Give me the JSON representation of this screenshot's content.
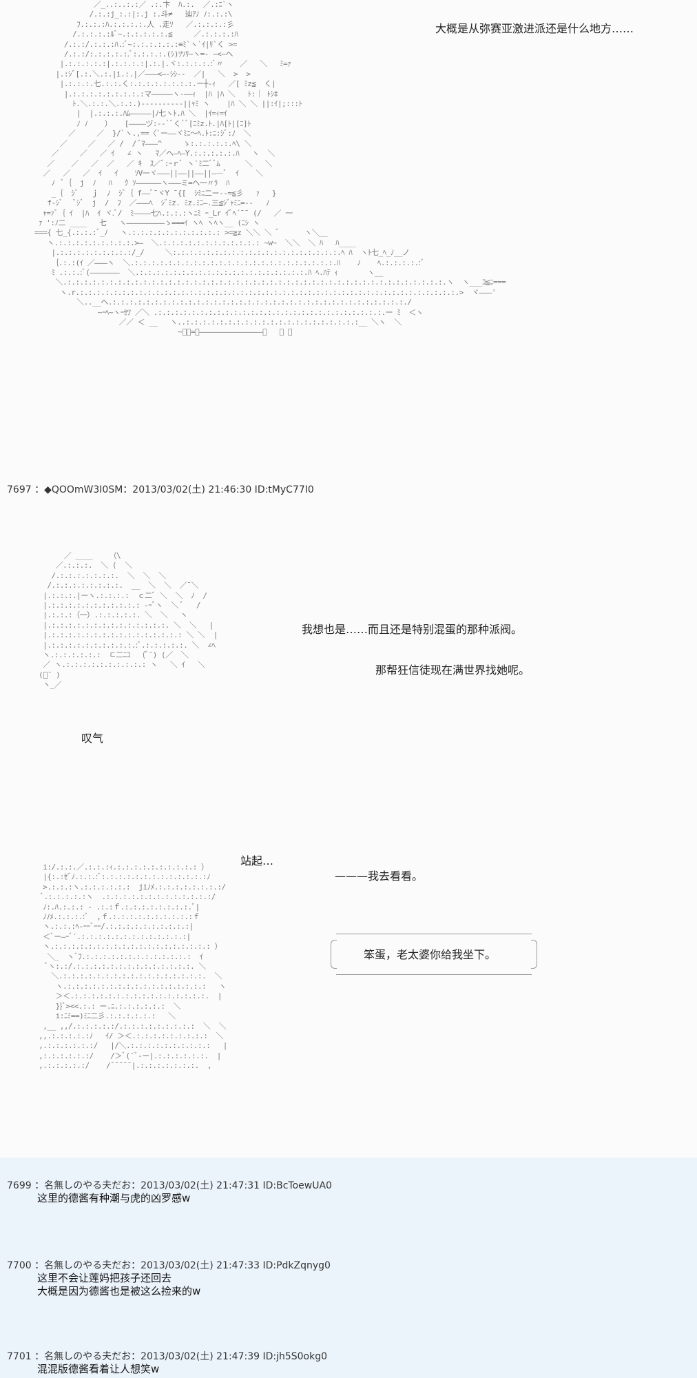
{
  "panel1": {
    "caption": "大概是从弥赛亚激进派还是什么地方……",
    "art": "              ／_..:..:.:／ .:.卞  ﾊ.:.  ／.:ﾆ`ヽ\n             /.:.:j_:.:|:.j :.斗≠   辿ｱﾉ ﾉ:.:.:\\\n          ﾌ.:.:.:ﾊ.:.:.:.:.人 .走ｿ   ／.:.:.:.:彡\n         /.:.:.:.:ﾙﾞ~.:.:.:.:.:.≦     ／.:.:.:.:ﾊ\n       /.:.:/.:.:.:ﾊ.:ﾞ~:.:.:.:.:.:≡ﾐ`ヽ`ｲ|ﾘ`く >=\n       /.:.:/:.:.:.:.:.ﾞ:.:.:.:.(ｼ)ﾂｿﾘ~ヽ=- ~<~ヘ\n      |.:.:.:.:.:|.:.:.:.:|.:.|.ヾ:.:.:.:.:ﾞ〃    ／   ＼   ﾐ=ｧ\n     |.:ｼﾞ[.:.＼.:.|i.:.|／―――<―-ｼｼ--  ／|   ＼  >  >\n      |.:.:.:.七.:.:.く:.:.:.:.:.:.:.:.ー┼-ｨ   ／[ ﾐz≦  く|\n       |.:.:.:.:.:.:.:.:.:マ―――――ヽ-――ｨ  |ﾊ |ﾊ ＼   ﾄ:｜ ﾄｼ‡\n         ﾄ.＼.:.:.＼.:.:.)----------||ｬﾐ ヽ    |ﾊ ＼ ＼ ||:ｲ|;:::ﾄ\n          |  |.:.:.:.ﾊﾑ―――――|ﾉ七ヽﾄ.ﾊ ＼  |ｲ=ｨ=ｲ\n          ﾉ ﾉ    ）   [――――ヅ:--`ﾞく`ﾞ[ﾆﾐz.ﾄ.|ﾊ[ﾄ|[ﾆ]ﾄ\n        ／     ／  }/`ヽ.,==〈`ー――ヾﾐﾆ〜ﾍ.ﾄ:ﾆ:ｼﾞ:ﾉ  ＼\n      ／     ／   ／ /  / ﾞﾏ―――^     ゝ:.:.:.:.:.ﾍ\\ ＼\n    ／     ／   ／ ｲ   ∠ ヽ   ﾏ／ヘ―ﾍ―Y.:.:.:.:.:.ﾊ   ヽ  ＼\n   ／    ／   ／  ／   ／ ｷ  ｽ／ﾞ:ｰｒﾞ ヽ`ﾐ二ﾞﾞﾑ      ＼   ＼\n  ／   ／   ／  ｲ   ｲ    ｿV一ヾ―――||――||――||――ﾞ  ｲ    ＼\n    ﾉ  ﾞ｛  j  ﾉ   ﾊ   ｸ ｿ――――――ヽ―――ミ=ヘ一〃ﾗ  ﾊ\n    _｛  ｼﾞ   ｊ  ﾉ  ｼﾞ｛ f――ﾞ¯ヾY ¯{[  ｼﾐﾆ二ー‐‐=≦彡   ｧ   }\n   f‐ｼﾞ   ﾞｼﾞ  j  /  ﾌ  ／―――ﾍ  ｼﾞﾐz. ﾐz.ﾐﾆ―.三≦ｼﾞｬﾐﾆ=--   ﾉ\n  ｬ=ｧﾞ｛ ｲ  |ﾊ  ｲ ヾ.ﾞ/  ﾐ――――七ﾍ.:.:.:ヽﾆﾐ ｰ_Lr ｲﾞﾍ´¯¯ (/   ／ 一\n ｧ ':ﾉ二 ____   七   ヽ―――――――――ゝ===ｲ ヽﾍ ヽﾍヽ__ (ﾆｼ ヽ\n==={ 七_{.:.:.:ﾞ_ﾉ   ヽ.:.:.:.:.:.:.:.:.:.:.: >=≧z ＼＼ ＼ ﾞ      ヽ＼__\n   ヽ.:.:.:.:.:.:.:.:.:.>―  ＼.:.:.:.:.:.:.:.:.:.:.:.: ~w~  ＼＼  ＼ ﾊ   ﾊ____\n    |.:.:.:.:.:.:.:.:.:/_/     ＼:.:.:.:.:.:.:.:.:.:.:.:.:.:.:.:.:.:.:.:.ﾍ ﾊ  ヽﾄ七_ﾍ_ﾉ__ノ\n    ｛.:.:(ｲ ／―――ヽ  ＼.:.:.:.:.:.:.:.:.:.:.:.:.:.:.:.:.:.:.:.:.:.:.:.:.ﾊ    ﾉ    ﾍ.:.:.:.:.:ﾞ\n    ﾐ .:.:.:ﾞ(―――――――  ＼.:.:.:.:.:.:.:.:.:.:.:.:.:.:.:.:.:.:.:.:.ﾊ ﾍ.ﾊﾃ ｨ       ヽ__\n     ＼.:.:.:.:.:.:.:.:.:.:.:.:.:.:.:.:.:.:.:.:.:.:.:.:.:.:.:.:.:.:.:.:.:.:.:.:.:.:.:.:.:.:.:.:.:.ヽ  ヽ___ｺ≦ﾆ===\n      ヽ.r.:.:.:.:.:.:.:.:.:.:.:.:.:.:.:.:.:.:.:.:.:.:.:.:.:.:.:.:.:.:.:.:.:.:.:.:.:.:.:.:.:.:.:.:.:.>  ヾ―――'\n          ＼..__ヘ.:.:.:.:.:.:.:.:.:.:.:.:.:.:.:.:.:.:.:.:.:.:.:.:.:.:.:.:.:.:.:.:.:.:.:./\n               ~ｰﾍ~ヽｰｾﾂ ／＼ .:.:.:.:.:.:.:.:.:.:.:.:.:.:.:.:.:.:.:.:.:.:.:.:.:.:.:.ー ﾐ  ＜ヽ\n                    ／／ ＜ __   ヽ..:.:.:.:.:.:.:.:.:.:.:.:.:.:.:.:.:.:.:.:.:__ ＼ヽ  ＼\n                                  ~ﾞｰ=ｰ―――――――――――――――ｰ   ＼ ＼"
  },
  "post7697": {
    "header": "7697 ：◆QOOmW3I0SM：2013/03/02(土) 21:46:30 ID:tMyC77I0",
    "line1": "我想也是……而且还是特别混蛋的那种派阀。",
    "line2": "那帮狂信徒现在满世界找她呢。",
    "sigh": "叹气",
    "stand": "站起…",
    "go_look": "———我去看看。",
    "bubble": "笨蛋，老太婆你给我坐下。",
    "art_face": "       ／ ____    （\\\n     ／.:.:.:.  ＼ (  ＼\n    /.:.:.:.:.:.:.:.  ＼  ＼  ＼\n   /.:.:.:.:.:.:.:.:.  __  ＼  ＼  ／¯＼\n  |.:.:.:.|ーヽ.:.:.:.:  ｃ二ﾞ ＼  ＼  ﾉ  /\n  |.:.:.:.:.:.:.:.:.:.:.: ‐ｰﾞヽ  ＼ ﾞ   /\n  |.:.:.:（一）.:.:.:.:.:. ＼  ＼   ヽ\n  |.:.:.:.:.:.:.:.:.:.:.:.:.:.:. ＼  ＼   |\n  |.:.:.:.:.:.:.:.:.:.:.:.:.:.:.:.: ＼ ＼  |\n  |.:.:.:.:.:.:.:.:.:.:.:ﾞ.:.:.:.:.:. ＼  ∠ﾍ\n  ヽ.:.:.:.:.:.:  ㄷ二ﾆｺ   (ﾞ¯) (／  ＼\n  ／ ヽ.:.:.:.:.:.:.:.:.:.: ヽ   ＼ ｲ   ＼\n (ﾞ¯ ) \n  ヽ_／",
    "art_stand": "  i:/.:.:.／.:.:.:ｨ.:.:.:.:.:.:.:.:.:.: ）\n  |{:.:ｾﾞﾉ.:.:.:ﾞ:.:.:.:.:.:.:.:.:.:.:.:.:ﾉ\n  >.:.:.:ヽ.:.:.:.:.:.:  jiﾉﾒ.:.:.:.:.:.:.:.:/\n  ﾞ.:.:.:.:.:ヽ  .:.:.:.:.:.:.:.:.:.:.:.:.:/\n  ﾉ:.ﾊ.:.:.: - .:.:ｆ.:.:.:.:.:.:.:.:.ﾞ|\n  ﾉﾉﾒ.:.:.:.:ﾞ  ,ｆ.:.:.:.:.:.:.:.:.:.:ｆ\n  ヽ.:.:.:ﾍ‐ｰｰﾞｰｰ/.:.:.:.:.:.:.:.:.:.:|\n  ＜ﾞー―ｰﾞ′.:.:.:.:.:.:.:.:.:.:.:.:.:|\n  ヽ.:.:.:.:.:.:.:.:.:.:.:.:.:.:.:.:.:.:.: ）\n   ＼_  ヽﾞﾌ.:.:.:.:.:.:.:.:.:.:.:.:.:  ｲ\n   ﾞヽ:.:/.:.:.:.:.:.:.:.:.:.:.:.:.:.:. ＼\n    ＼.:.:.:.:.:.:.:.:.:.:.:.:.:.:.:.:.:.  ＼\n     ヽ.:.:.:.:.:.:.:.:.:.:.:.:.:.:.:.:.:   ヽ\n     ＞＜.:.:.:.:.:.:.:.:.:.:.:.:.:.:.:.:.  |\n     }}ﾞ><<.:.: ー.ﾆ.:.:.:.:.:.:  ＼\n     i:ﾆﾐ==)ﾐﾆ二彡.:.:.:.:.:.:   ＼\n  ,__ ,,/.:.:.:.:.:/.:.:.:.:.:.:.:.:.:  ＼  ＼\n ,,.:.:.:.:.:ﾉ   ｲ/ ＞＜.:.:.:.:.:.:.:.:.:  ＼\n ,.:.:.:.:.:.:/   |/＼.:.:.:.:.:.:.:.:.:.:   |\n ,:.:.:.:.:.:/    /＞ﾞ(¯ﾞ‐ー|.:.:.:.:.:.:.  |\n ,.:.:.:.:.:/    /¯¯¯¯¯|.:.:.:.:.:.:.:.  ,"
  },
  "replies": [
    {
      "header": "7699 ：名無しのやる夫だお：2013/03/02(土) 21:47:31 ID:BcToewUA0",
      "lines": [
        "这里的德酱有种潮与虎的凶罗感w"
      ]
    },
    {
      "header": "7700 ：名無しのやる夫だお：2013/03/02(土) 21:47:33 ID:PdkZqnyg0",
      "lines": [
        "这里不会让莲妈把孩子还回去",
        "大概是因为德酱也是被这么捡来的w"
      ]
    },
    {
      "header": "7701 ：名無しのやる夫だお：2013/03/02(土) 21:47:39 ID:jh5S0okg0",
      "lines": [
        "混混版德酱看着让人想笑w"
      ]
    }
  ]
}
